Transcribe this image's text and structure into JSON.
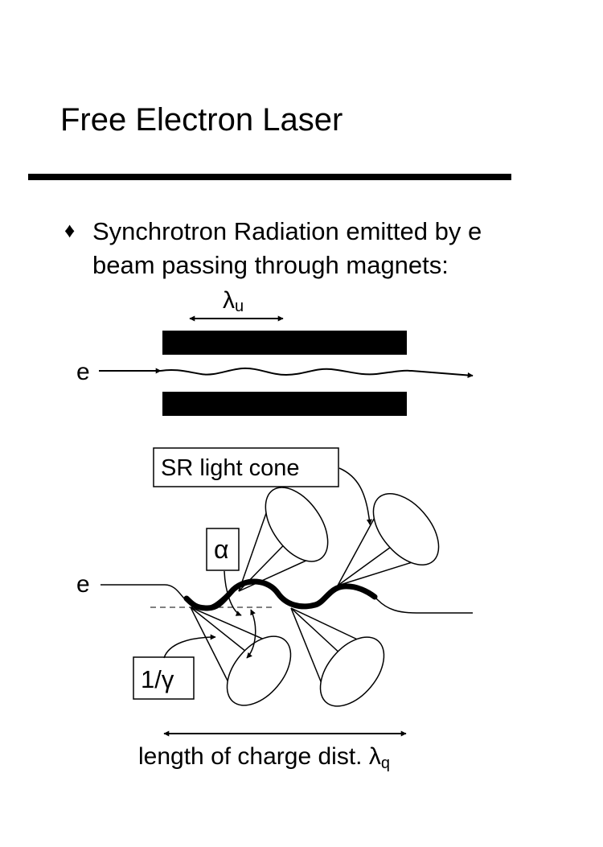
{
  "slide": {
    "title": "Free Electron Laser",
    "bullet_symbol": "♦",
    "bullet_line_1": "Synchrotron Radiation emitted by e",
    "bullet_line_2": "beam passing through magnets:"
  },
  "undulator": {
    "period_symbol": "λ",
    "period_subscript": "u",
    "beam_label": "e"
  },
  "emission": {
    "beam_label": "e",
    "cone_label": "SR light cone",
    "alpha_label": "α",
    "gamma_label": "1/γ",
    "length_label": "length of charge dist. ",
    "length_symbol": "λ",
    "length_subscript": "q"
  }
}
